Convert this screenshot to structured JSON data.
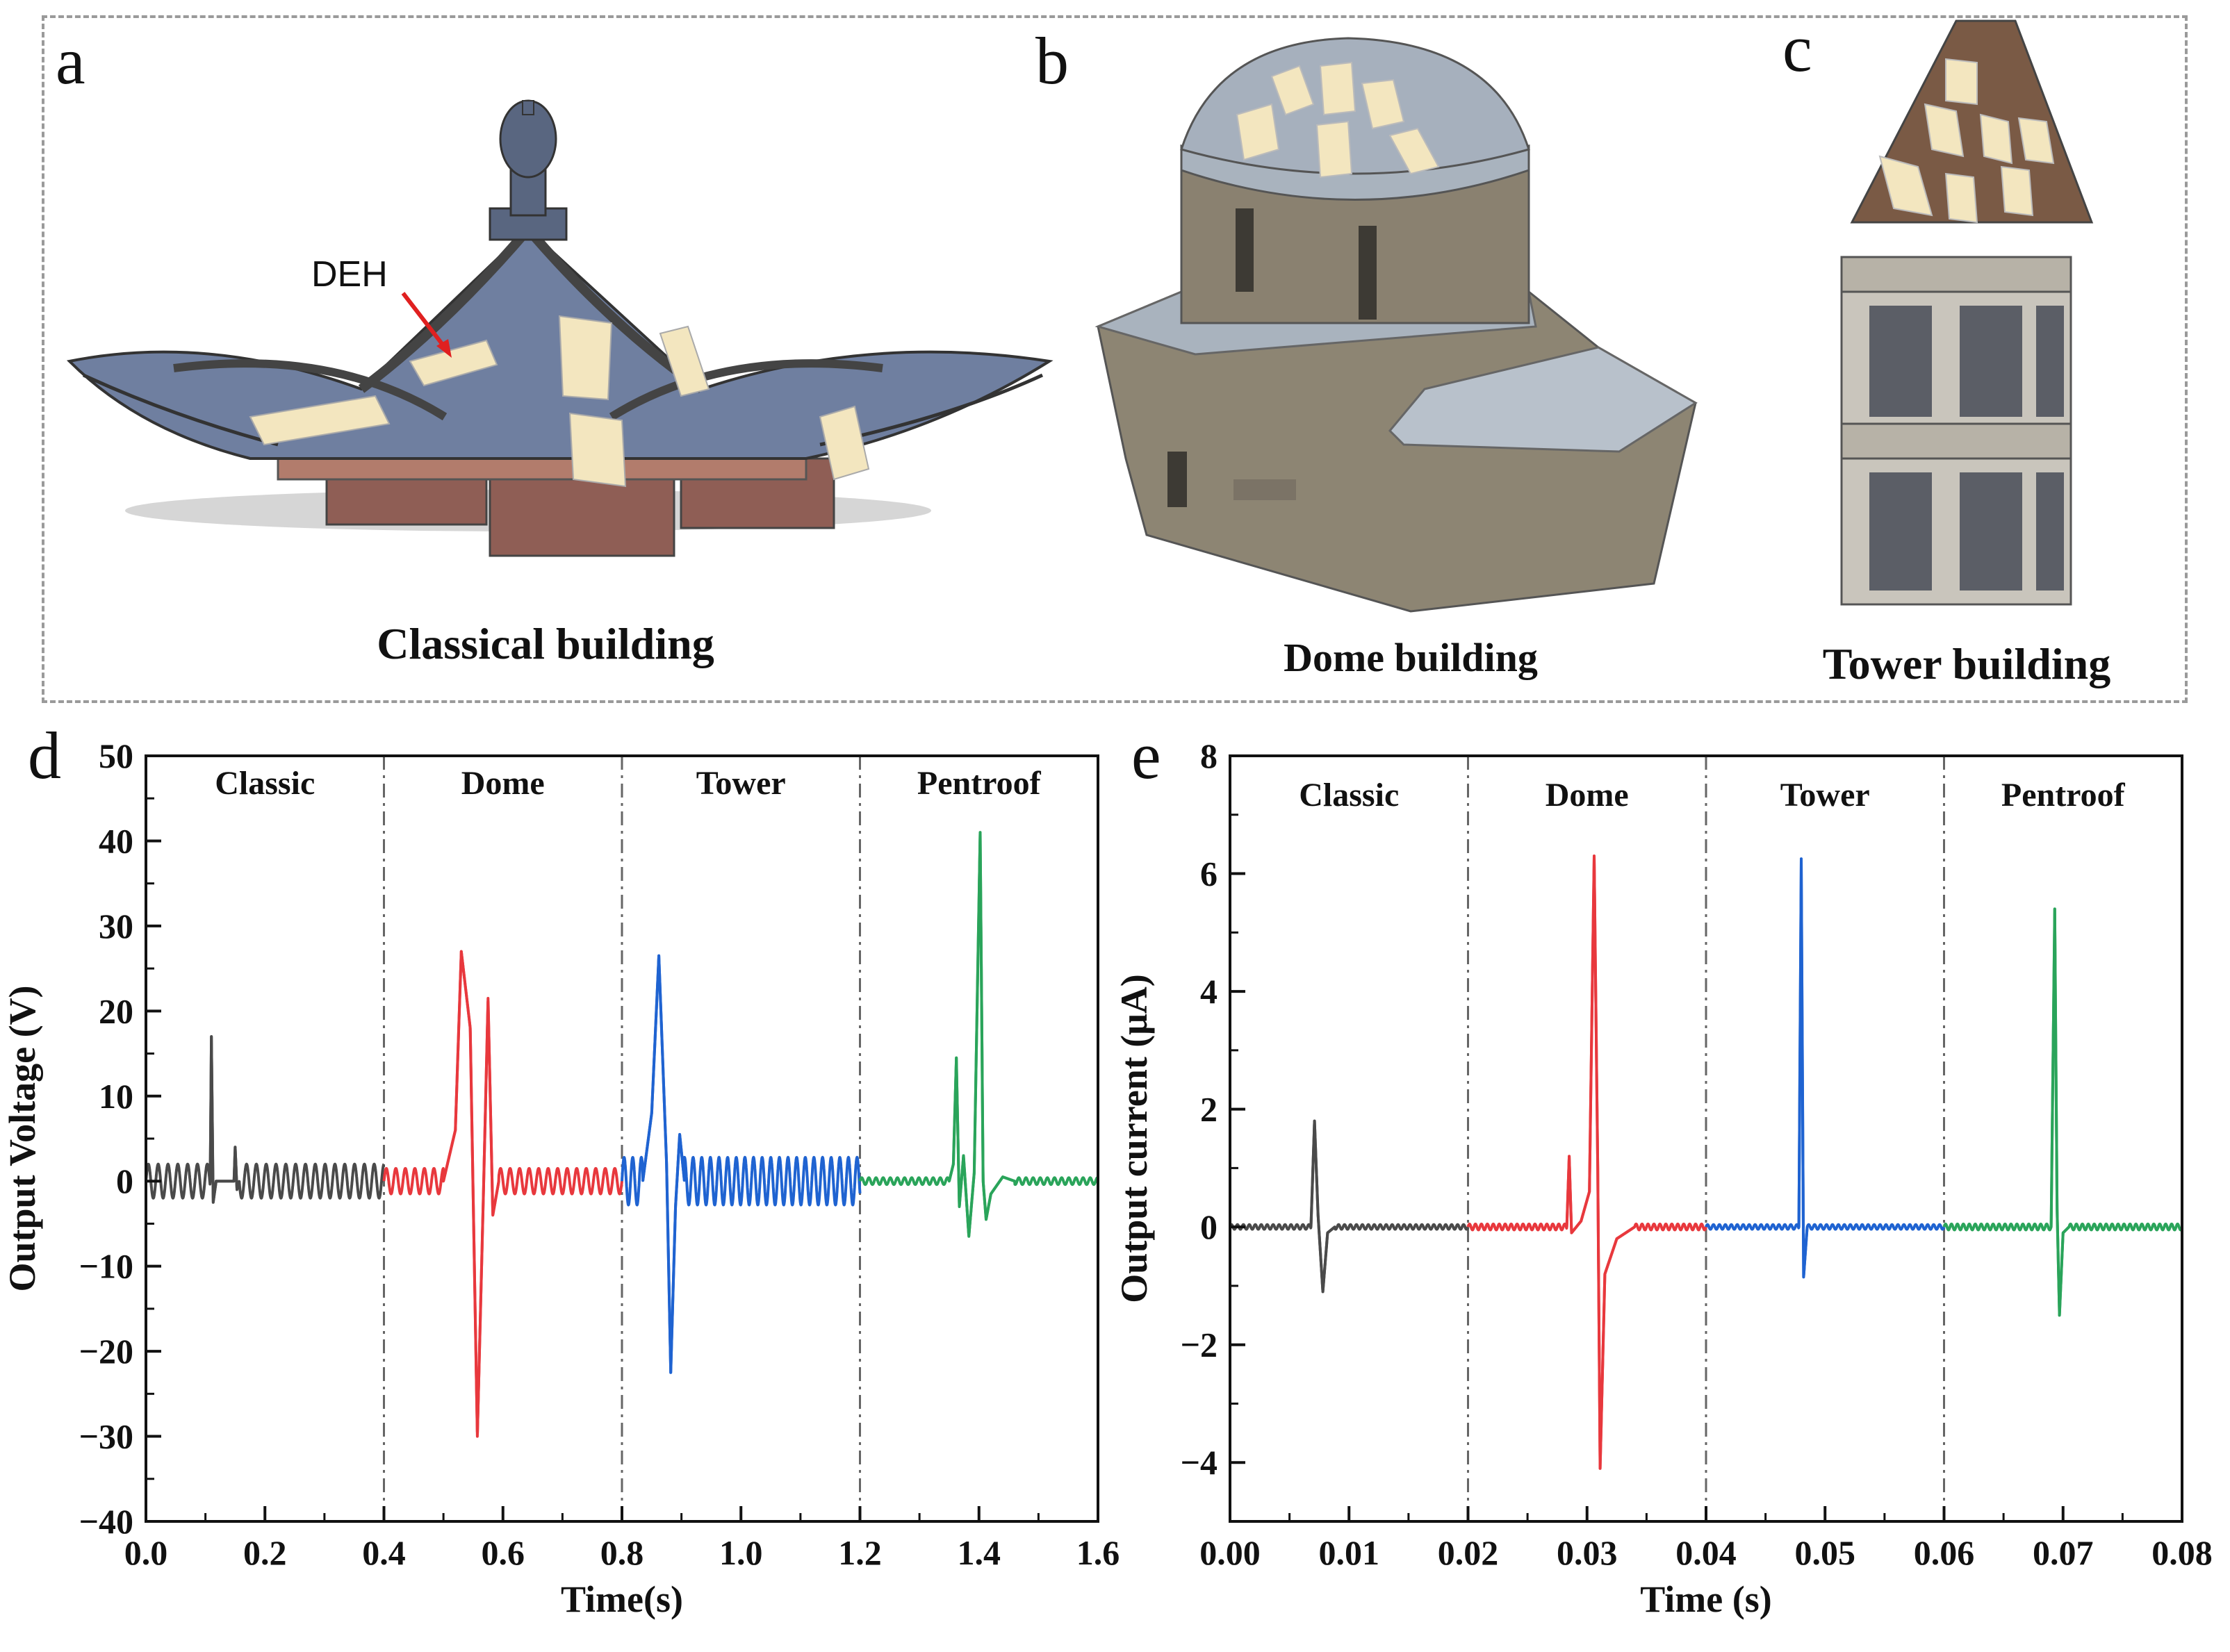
{
  "panels": {
    "a": {
      "letter": "a",
      "caption": "Classical building",
      "annotation": "DEH"
    },
    "b": {
      "letter": "b",
      "caption": "Dome building"
    },
    "c": {
      "letter": "c",
      "caption": "Tower building"
    },
    "d": {
      "letter": "d"
    },
    "e": {
      "letter": "e"
    }
  },
  "colors": {
    "classic": "#4a4a4a",
    "dome": "#e8383d",
    "tower": "#1f63d1",
    "pentroof": "#2aa45a",
    "panel": "#f3e6bf",
    "roof": "#6f7fa0",
    "wall": "#9c6f60",
    "stone": "#8d8573"
  },
  "chart_data": [
    {
      "type": "line",
      "id": "d",
      "xlabel": "Time(s)",
      "ylabel": "Output Voltage (V)",
      "xlim": [
        0.0,
        1.6
      ],
      "ylim": [
        -40,
        50
      ],
      "xticks": [
        "0.0",
        "0.2",
        "0.4",
        "0.6",
        "0.8",
        "1.0",
        "1.2",
        "1.4",
        "1.6"
      ],
      "yticks": [
        "−40",
        "−30",
        "−20",
        "−10",
        "0",
        "10",
        "20",
        "30",
        "40",
        "50"
      ],
      "dividers": [
        0.4,
        0.8,
        1.2
      ],
      "segments": [
        {
          "name": "Classic",
          "color": "#4a4a4a",
          "range": [
            0.0,
            0.4
          ],
          "baseline_amplitude": 2,
          "baseline_period": 0.0165,
          "points": [
            [
              0.108,
              0
            ],
            [
              0.11,
              17
            ],
            [
              0.113,
              -2.5
            ],
            [
              0.118,
              0
            ],
            [
              0.148,
              0
            ],
            [
              0.15,
              4
            ],
            [
              0.153,
              -1
            ],
            [
              0.157,
              0
            ]
          ]
        },
        {
          "name": "Dome",
          "color": "#e8383d",
          "range": [
            0.4,
            0.8
          ],
          "baseline_amplitude": 1.5,
          "baseline_period": 0.016,
          "points": [
            [
              0.5,
              0
            ],
            [
              0.52,
              6
            ],
            [
              0.53,
              27
            ],
            [
              0.545,
              18
            ],
            [
              0.557,
              -30
            ],
            [
              0.567,
              -2
            ],
            [
              0.575,
              21.5
            ],
            [
              0.583,
              -4
            ],
            [
              0.593,
              0
            ]
          ]
        },
        {
          "name": "Tower",
          "color": "#1f63d1",
          "range": [
            0.8,
            1.2
          ],
          "baseline_amplitude": 2.8,
          "baseline_period": 0.0145,
          "points": [
            [
              0.835,
              0
            ],
            [
              0.85,
              8
            ],
            [
              0.862,
              26.5
            ],
            [
              0.875,
              2
            ],
            [
              0.882,
              -22.5
            ],
            [
              0.89,
              -3
            ],
            [
              0.897,
              5.5
            ],
            [
              0.905,
              0
            ]
          ]
        },
        {
          "name": "Pentroof",
          "color": "#2aa45a",
          "range": [
            1.2,
            1.6
          ],
          "baseline_amplitude": 0.4,
          "baseline_period": 0.012,
          "points": [
            [
              1.35,
              0
            ],
            [
              1.357,
              2
            ],
            [
              1.362,
              14.5
            ],
            [
              1.367,
              -3
            ],
            [
              1.374,
              3
            ],
            [
              1.383,
              -6.5
            ],
            [
              1.392,
              1
            ],
            [
              1.402,
              41
            ],
            [
              1.407,
              0
            ],
            [
              1.412,
              -4.5
            ],
            [
              1.42,
              -1.5
            ],
            [
              1.44,
              0.5
            ],
            [
              1.46,
              0
            ]
          ]
        }
      ]
    },
    {
      "type": "line",
      "id": "e",
      "xlabel": "Time (s)",
      "ylabel": "Output current (μA)",
      "xlim": [
        0.0,
        0.08
      ],
      "ylim": [
        -5,
        8
      ],
      "xticks": [
        "0.00",
        "0.01",
        "0.02",
        "0.03",
        "0.04",
        "0.05",
        "0.06",
        "0.07",
        "0.08"
      ],
      "yticks": [
        "−4",
        "−2",
        "0",
        "2",
        "4",
        "6",
        "8"
      ],
      "ytick_values": [
        -4,
        -2,
        0,
        2,
        4,
        6,
        8
      ],
      "dividers": [
        0.02,
        0.04,
        0.06
      ],
      "segments": [
        {
          "name": "Classic",
          "color": "#4a4a4a",
          "range": [
            0.0,
            0.02
          ],
          "baseline_amplitude": 0.04,
          "baseline_period": 0.0005,
          "points": [
            [
              0.0068,
              0
            ],
            [
              0.0071,
              1.8
            ],
            [
              0.0074,
              0.2
            ],
            [
              0.0078,
              -1.1
            ],
            [
              0.0082,
              -0.1
            ],
            [
              0.0088,
              0
            ]
          ]
        },
        {
          "name": "Dome",
          "color": "#e8383d",
          "range": [
            0.02,
            0.04
          ],
          "baseline_amplitude": 0.05,
          "baseline_period": 0.0005,
          "points": [
            [
              0.0283,
              0
            ],
            [
              0.0285,
              1.2
            ],
            [
              0.0287,
              -0.1
            ],
            [
              0.0295,
              0.1
            ],
            [
              0.0302,
              0.6
            ],
            [
              0.0306,
              6.3
            ],
            [
              0.0309,
              1.0
            ],
            [
              0.0311,
              -4.1
            ],
            [
              0.0315,
              -0.8
            ],
            [
              0.0325,
              -0.2
            ],
            [
              0.034,
              0
            ]
          ]
        },
        {
          "name": "Tower",
          "color": "#1f63d1",
          "range": [
            0.04,
            0.06
          ],
          "baseline_amplitude": 0.04,
          "baseline_period": 0.0005,
          "points": [
            [
              0.0478,
              0
            ],
            [
              0.048,
              6.25
            ],
            [
              0.0482,
              -0.85
            ],
            [
              0.0485,
              0
            ]
          ]
        },
        {
          "name": "Pentroof",
          "color": "#2aa45a",
          "range": [
            0.06,
            0.08
          ],
          "baseline_amplitude": 0.05,
          "baseline_period": 0.0005,
          "points": [
            [
              0.069,
              0
            ],
            [
              0.0693,
              5.4
            ],
            [
              0.0695,
              0.3
            ],
            [
              0.0697,
              -1.5
            ],
            [
              0.07,
              -0.1
            ],
            [
              0.0705,
              0
            ]
          ]
        }
      ]
    }
  ]
}
